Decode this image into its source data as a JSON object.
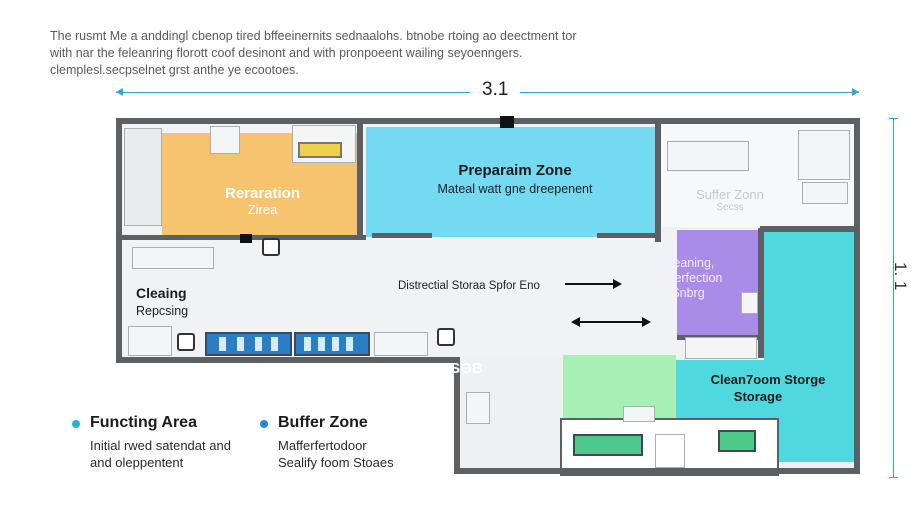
{
  "intro": {
    "lines": [
      "The rusmt Me a anddingl cbenop tired bffeeinernits sednaalohs. btnobe rtoing ao deectment tor",
      "with nar the feleanring florott coof desinont and with pronpoeent wailing seyoenngers.",
      "clemplesl.secpselnet grst anthe ye ecootoes."
    ]
  },
  "dimensions": {
    "top": "3.1",
    "right": "1. 1"
  },
  "rooms": {
    "reparation": {
      "title": "Reraration",
      "subtitle": "Zirea",
      "color": "#f6c36f"
    },
    "preparation_zone": {
      "title": "Preparaim Zone",
      "subtitle": "Mateal watt gne dreepenent",
      "color": "#73daf2"
    },
    "buffer_zone": {
      "title": "Suffer Zonn",
      "subtitle": "Secss"
    },
    "cleaning": {
      "title": "Cleaing",
      "subtitle": "Repcsing"
    },
    "corridor": {
      "label": "Distrectial Storaa Spfor Eno"
    },
    "cleaning_disinfection": {
      "line1": "Cleaning,",
      "line2": "Disierfection",
      "line3": "Snbrg",
      "color": "#a98be8"
    },
    "cleanroom": {
      "title": "Clean7oom Storge",
      "subtitle": "Storage",
      "color": "#4fd8dd"
    },
    "green_zone": {
      "color": "#a6f0b6"
    },
    "doorway_label": "ISGB"
  },
  "legend": [
    {
      "title": "Functing Area",
      "desc_line1": "Initial rwed satendat and",
      "desc_line2": "and oleppentent",
      "color": "#2ab0d6"
    },
    {
      "title": "Buffer Zone",
      "desc_line1": "Mafferfertodoor",
      "desc_line2": "Sealify foom Stoaes",
      "color": "#2a84d8"
    }
  ]
}
